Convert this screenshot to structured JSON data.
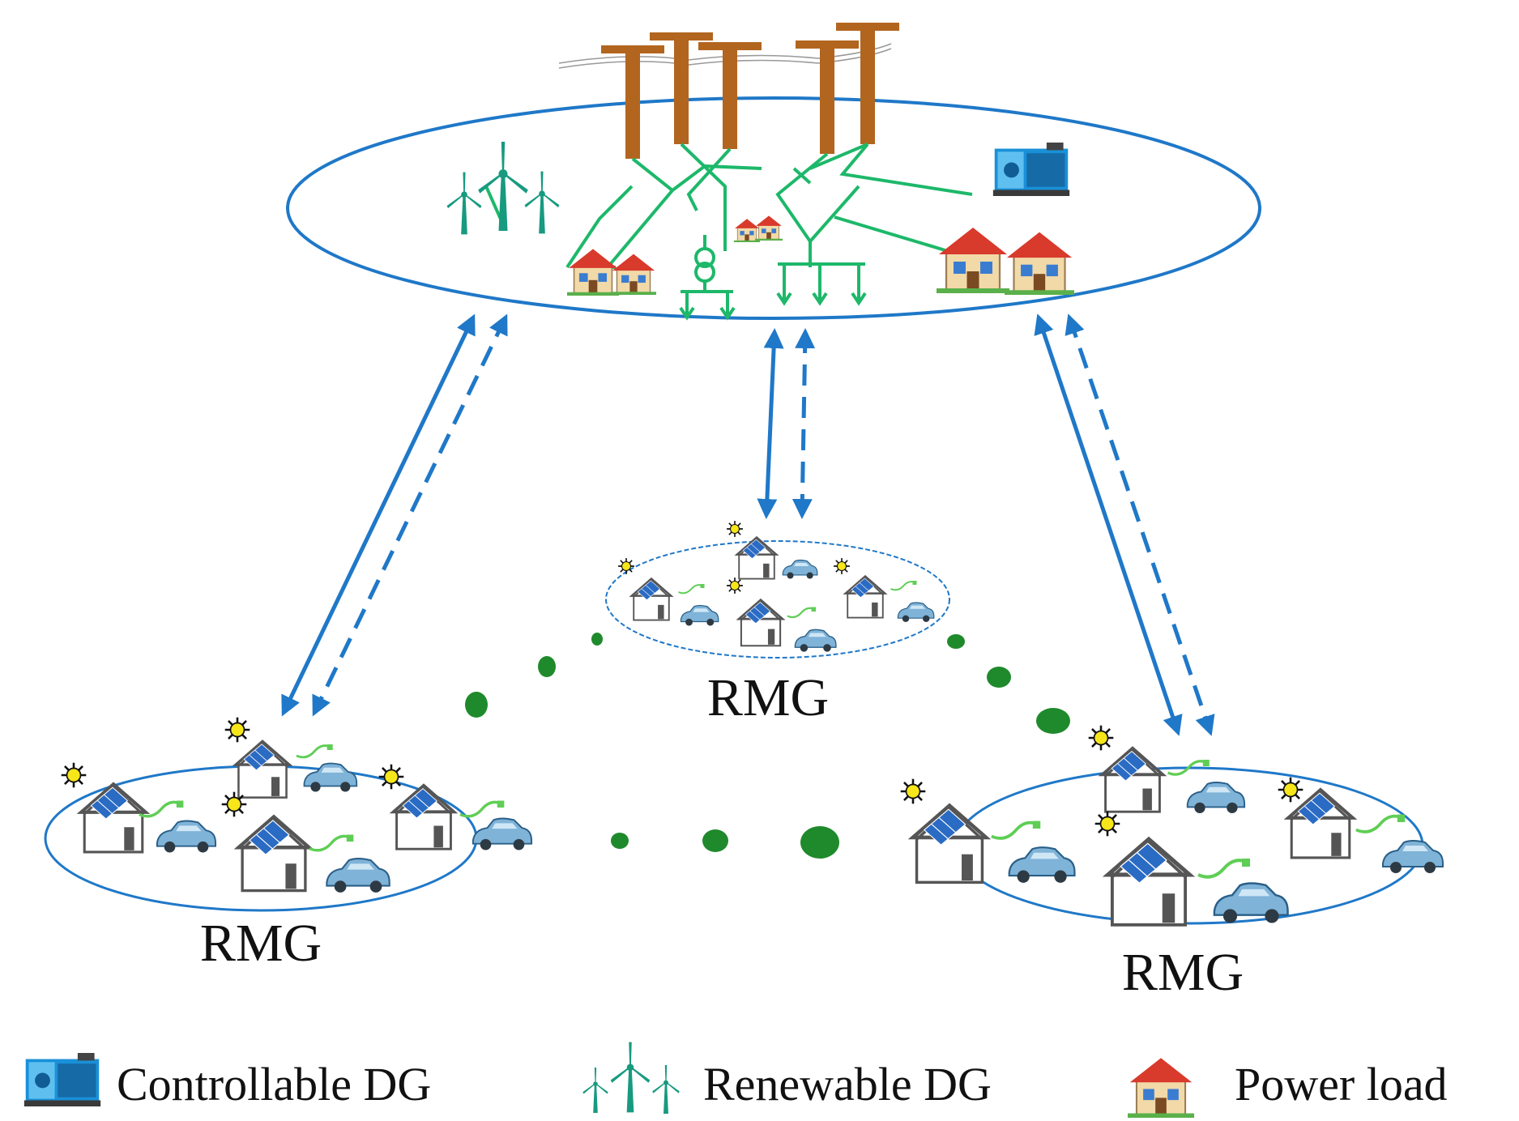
{
  "colors": {
    "network_blue": "#1f78c8",
    "feeder_green": "#1db86a",
    "turbine_teal": "#179a80",
    "pole_brown": "#b2651f",
    "dot_green": "#1f8a2c",
    "house_roof": "#d83a2c",
    "house_wall": "#f2d9a8",
    "panel_blue": "#2a6bc4",
    "car_blue": "#7fb3d8",
    "sun_yellow": "#f6e61a"
  },
  "microgrids": [
    {
      "label": "RMG"
    },
    {
      "label": "RMG"
    },
    {
      "label": "RMG"
    }
  ],
  "legend": [
    {
      "icon": "controllable-dg-icon",
      "label": "Controllable DG"
    },
    {
      "icon": "wind-turbine-icon",
      "label": "Renewable DG"
    },
    {
      "icon": "house-icon",
      "label": "Power load"
    }
  ]
}
